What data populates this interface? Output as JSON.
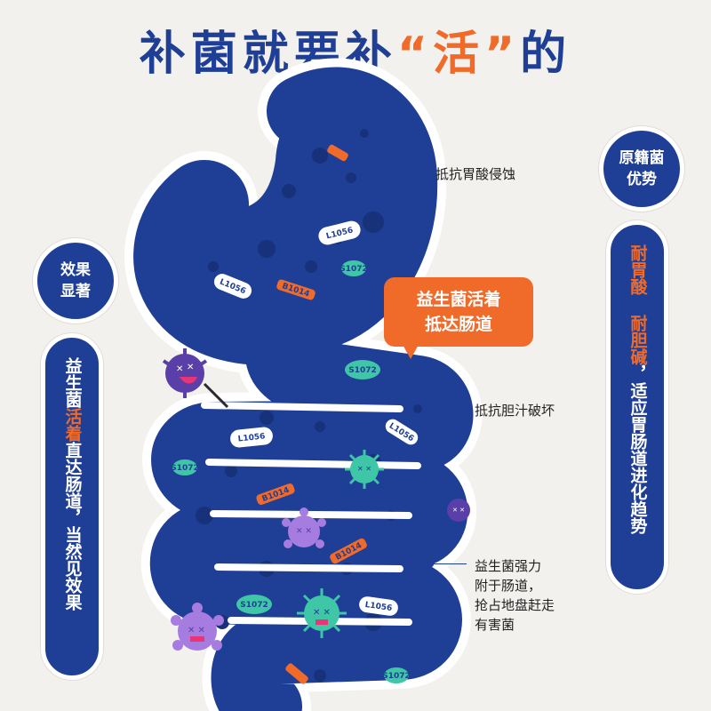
{
  "headline": {
    "part1": "补菌就要补",
    "accent": "“活”",
    "part2": "的"
  },
  "left_badge": {
    "line1": "效果",
    "line2": "显著"
  },
  "left_pill": {
    "seg1": "益生菌",
    "seg_orange": "活着",
    "seg2": "直达肠道，",
    "seg3": "当然见效果"
  },
  "right_badge": {
    "line1": "原籍菌",
    "line2": "优势"
  },
  "right_pill": {
    "seg_orange1": "耐胃酸",
    "seg_orange2": "耐胆碱",
    "seg_comma": "，",
    "seg1": "适应胃肠道进化趋势"
  },
  "bubble": {
    "line1": "益生菌活着",
    "line2": "抵达肠道"
  },
  "annotations": {
    "stomach": "抵抗胃酸侵蚀",
    "bile": "抵抗胆汁破坏",
    "adhere": [
      "益生菌强力",
      "附于肠道，",
      "抢占地盘赶走",
      "有害菌"
    ]
  },
  "strain_labels": {
    "l1056": "L1056",
    "s1072": "S1072",
    "b1014": "B1014"
  },
  "colors": {
    "brand_blue": "#1f3f96",
    "accent_orange": "#f06a2a",
    "teal": "#3fc6a6",
    "background": "#f3f1ed"
  }
}
